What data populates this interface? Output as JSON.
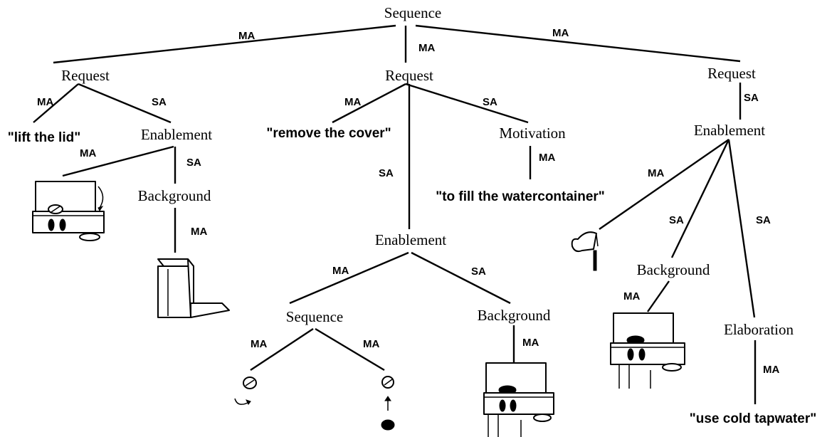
{
  "nodes": {
    "root": "Sequence",
    "request_left": "Request",
    "request_mid": "Request",
    "request_right": "Request",
    "quote_lift_lid": "\"lift the lid\"",
    "enablement_left": "Enablement",
    "background_left": "Background",
    "quote_remove_cover": "\"remove the cover\"",
    "motivation": "Motivation",
    "quote_fill_container": "\"to fill the watercontainer\"",
    "enablement_mid": "Enablement",
    "sequence_mid": "Sequence",
    "background_mid": "Background",
    "enablement_right": "Enablement",
    "background_right": "Background",
    "elaboration": "Elaboration",
    "quote_cold_tapwater": "\"use cold tapwater\""
  },
  "relations": {
    "root_left": "MA",
    "root_mid": "MA",
    "root_right": "MA",
    "req_left_quote": "MA",
    "req_left_enab": "SA",
    "enab_left_pic": "MA",
    "enab_left_bg": "SA",
    "bg_left_pic": "MA",
    "req_mid_quote": "MA",
    "req_mid_motiv": "SA",
    "motiv_quote": "MA",
    "req_mid_enab": "SA",
    "enab_mid_seq": "MA",
    "enab_mid_bg": "SA",
    "seq_mid_left": "MA",
    "seq_mid_right": "MA",
    "bg_mid_pic": "MA",
    "req_right_enab": "SA",
    "enab_right_jug": "MA",
    "enab_right_bg": "SA",
    "enab_right_elab": "SA",
    "bg_right_pic": "MA",
    "elab_quote": "MA"
  }
}
